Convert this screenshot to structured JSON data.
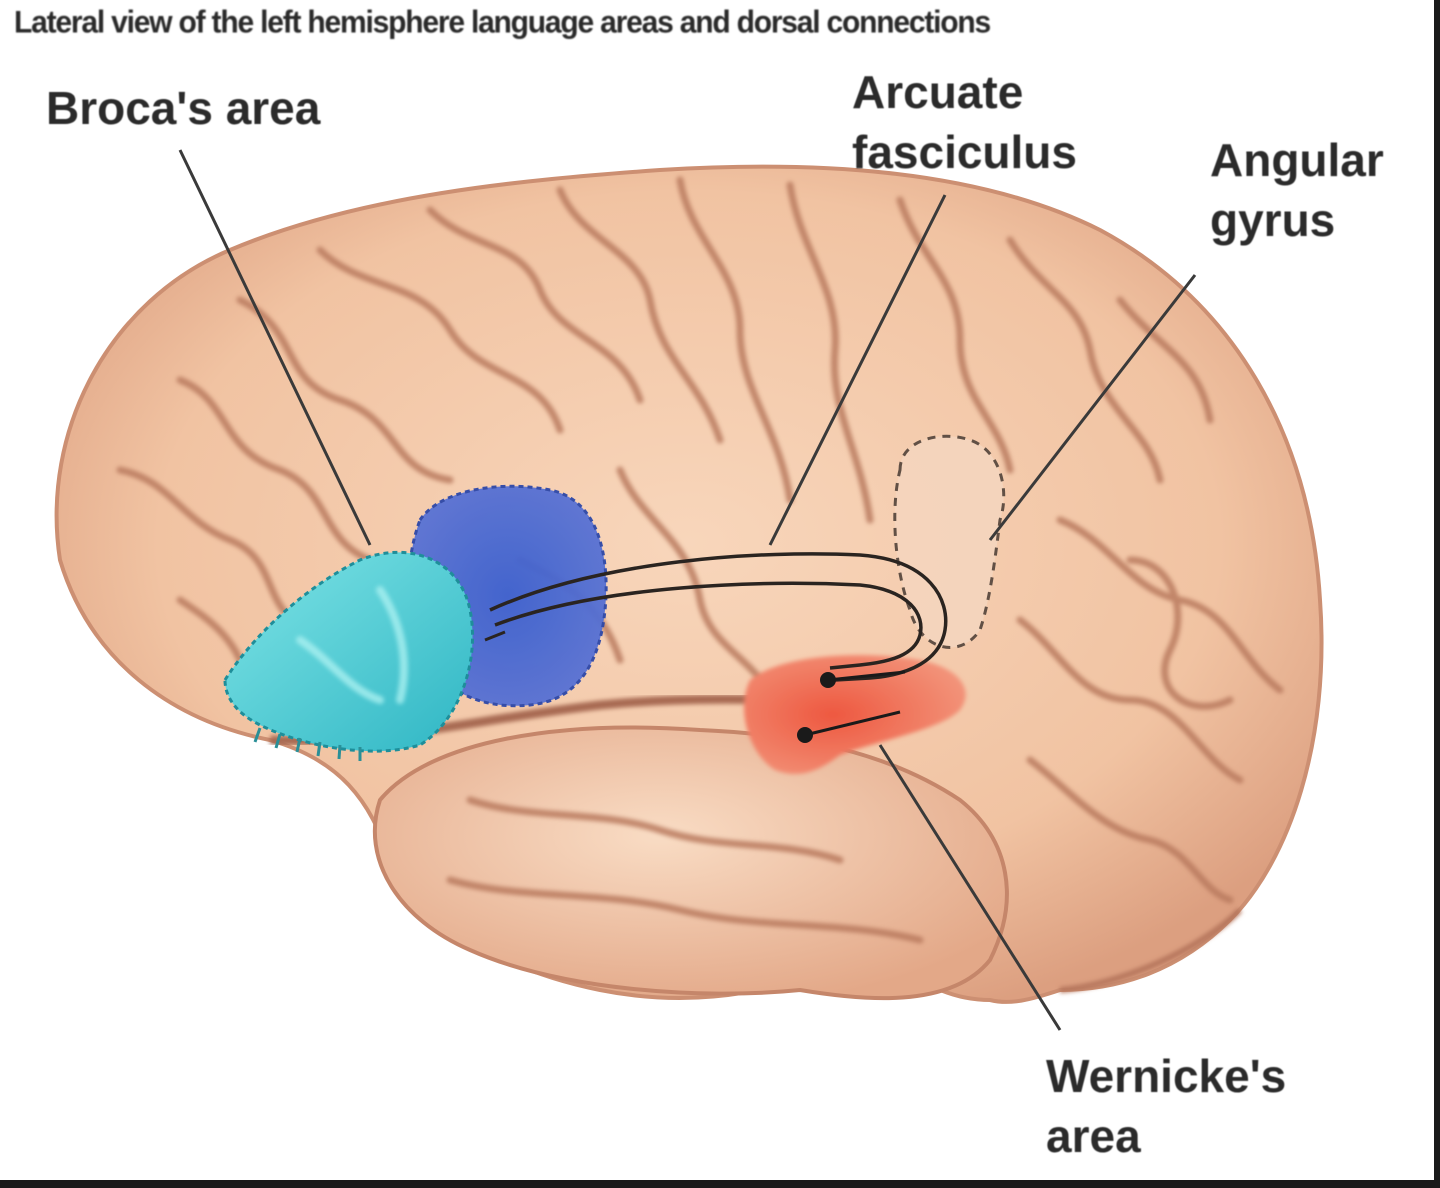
{
  "caption": "Lateral view of the left hemisphere language areas and dorsal connections",
  "labels": {
    "broca": [
      "Broca's area"
    ],
    "arcuate": [
      "Arcuate",
      "fasciculus"
    ],
    "angular": [
      "Angular",
      "gyrus"
    ],
    "wernicke": [
      "Wernicke's",
      "area"
    ]
  },
  "colors": {
    "brain_fill": "#f3c7a6",
    "brain_shadow": "#d99a7c",
    "sulcus": "#b8785e",
    "broca_teal": "#4fd0d8",
    "broca_blue": "#3f63c9",
    "wernicke_red": "#f0624c",
    "leader_line": "#3a3a3a"
  }
}
